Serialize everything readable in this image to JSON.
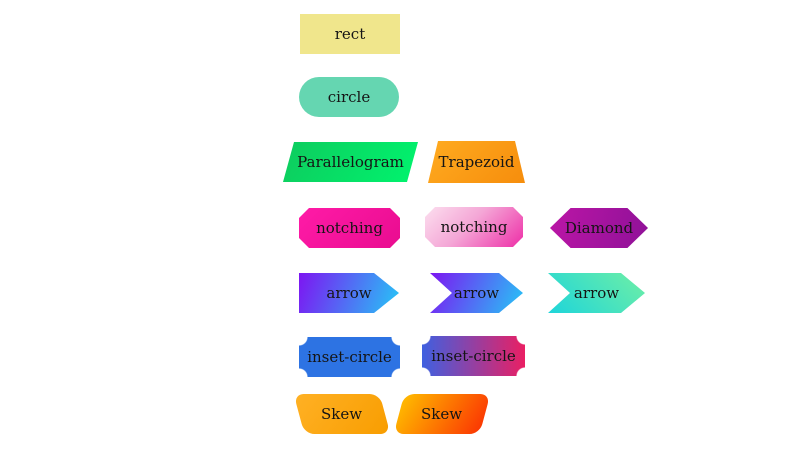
{
  "page": {
    "background": "#ffffff",
    "text_color": "#151515"
  },
  "shapes": {
    "rect": {
      "label": "rect",
      "fill": "#f0e68c"
    },
    "circle": {
      "label": "circle",
      "fill": "#65d6b1"
    },
    "parallelogram": {
      "label": "Parallelogram",
      "fill_from": "#0ecb5e",
      "fill_to": "#00f46e"
    },
    "trapezoid": {
      "label": "Trapezoid",
      "fill_from": "#ffab20",
      "fill_to": "#f68d0c"
    },
    "notching_solid": {
      "label": "notching",
      "fill_from": "#ff1ba7",
      "fill_to": "#e90c90"
    },
    "notching_gradient": {
      "label": "notching",
      "fill_from": "#fcdfef",
      "fill_to": "#ee2ea7"
    },
    "diamond": {
      "label": "Diamond",
      "fill_from": "#bb16a6",
      "fill_to": "#8f1198"
    },
    "arrow_flat": {
      "label": "arrow",
      "fill_from": "#7d15f2",
      "fill_to": "#25c8f6"
    },
    "arrow_chevron_blue": {
      "label": "arrow",
      "fill_from": "#7d15f2",
      "fill_to": "#25c8f6"
    },
    "arrow_chevron_green": {
      "label": "arrow",
      "fill_from": "#1ed5da",
      "fill_to": "#6fefa5"
    },
    "inset_circle_solid": {
      "label": "inset-circle",
      "fill": "#2d73e3"
    },
    "inset_circle_gradient": {
      "label": "inset-circle",
      "fill_from": "#3f60e0",
      "fill_to": "#ea1f63"
    },
    "skew_left": {
      "label": "Skew",
      "fill_from": "#ffb125",
      "fill_to": "#f89d00"
    },
    "skew_right": {
      "label": "Skew",
      "fill_from": "#ffb400",
      "fill_to": "#fb3c02"
    }
  }
}
